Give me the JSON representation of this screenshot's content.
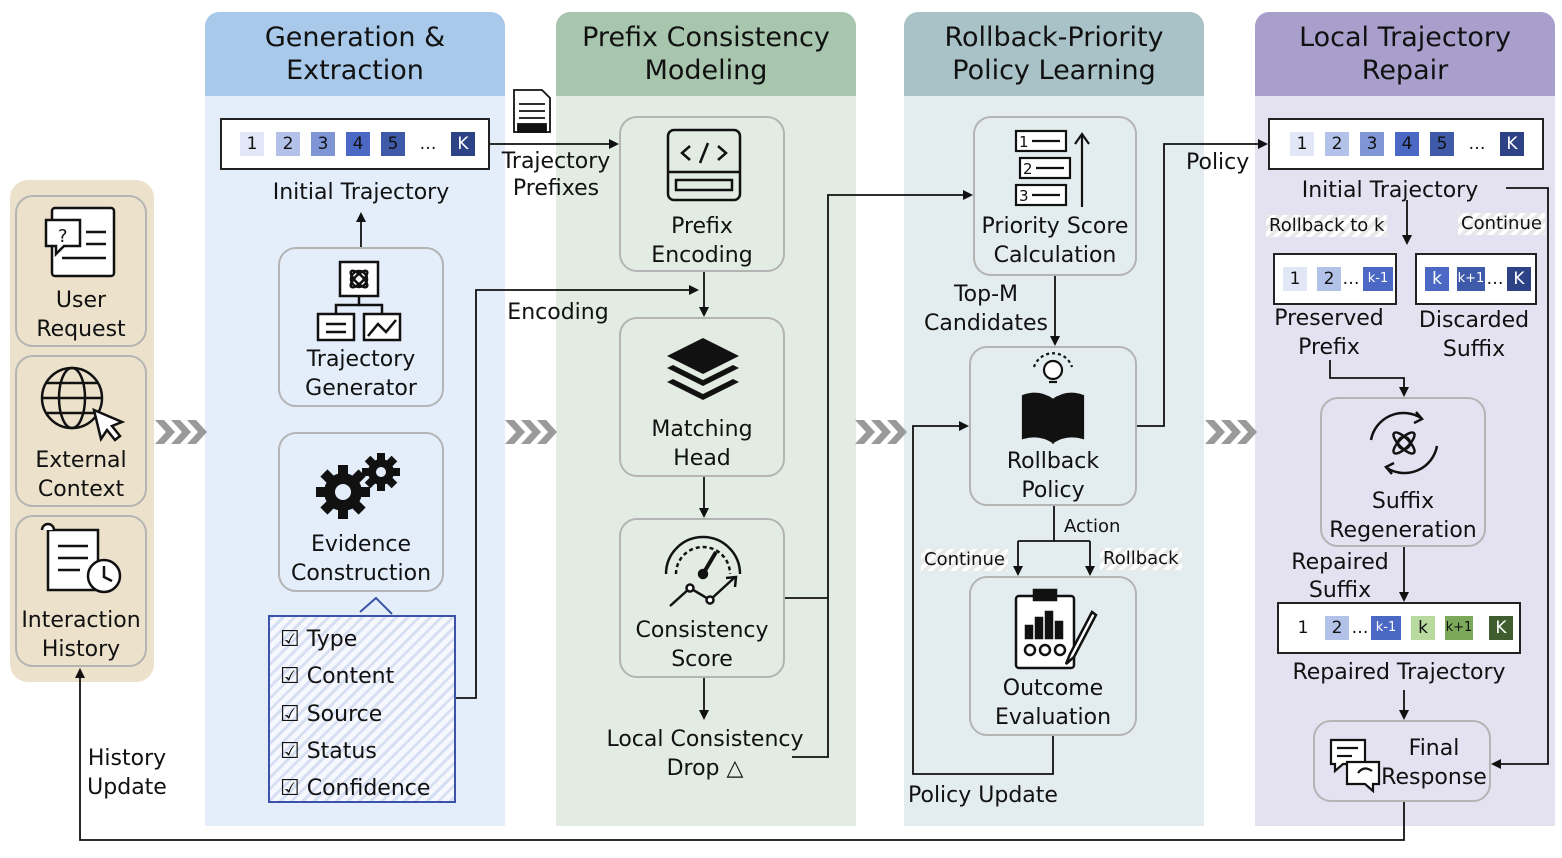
{
  "left_inputs": [
    "User\nRequest",
    "External\nContext",
    "Interaction\nHistory"
  ],
  "panels": {
    "gen": "Generation &\nExtraction",
    "prefix": "Prefix Consistency\nModeling",
    "rollback": "Rollback-Priority\nPolicy Learning",
    "repair": "Local Trajectory\nRepair"
  },
  "trajectory_tokens": [
    "1",
    "2",
    "3",
    "4",
    "5",
    "…",
    "K"
  ],
  "gen": {
    "initial_trajectory": "Initial Trajectory",
    "generator": "Trajectory\nGenerator",
    "evidence": "Evidence\nConstruction",
    "fields": [
      "Type",
      "Content",
      "Source",
      "Status",
      "Confidence"
    ]
  },
  "prefix": {
    "trajectory_prefixes": "Trajectory\nPrefixes",
    "encoding": "Encoding",
    "prefix_encoding": "Prefix\nEncoding",
    "matching_head": "Matching\nHead",
    "consistency_score": "Consistency\nScore",
    "drop": "Local Consistency\nDrop △"
  },
  "rollback": {
    "priority": "Priority Score\nCalculation",
    "top_m": "Top-M\nCandidates",
    "policy": "Rollback\nPolicy",
    "action": "Action",
    "continue": "Continue",
    "rollback": "Rollback",
    "outcome": "Outcome\nEvaluation",
    "policy_update": "Policy Update"
  },
  "repair": {
    "policy": "Policy",
    "initial_trajectory": "Initial Trajectory",
    "rollback_to_k": "Rollback to k",
    "continue": "Continue",
    "prefix_tokens": [
      "1",
      "2",
      "…",
      "k-1"
    ],
    "suffix_tokens": [
      "k",
      "k+1",
      "…",
      "K"
    ],
    "preserved_prefix": "Preserved\nPrefix",
    "discarded_suffix": "Discarded\nSuffix",
    "suffix_regeneration": "Suffix\nRegeneration",
    "repaired_suffix": "Repaired\nSuffix",
    "repaired_tokens": [
      "1",
      "2",
      "…",
      "k-1",
      "k",
      "k+1",
      "K"
    ],
    "repaired_trajectory": "Repaired Trajectory",
    "final_response": "Final\nResponse"
  },
  "history_update": "History\nUpdate",
  "colors": {
    "hdr_gen": "#a9c9ea",
    "hdr_prefix": "#a8c6ad",
    "hdr_rollback": "#a9c2c7",
    "hdr_repair": "#a99fcc",
    "body_gen": "#e4eefb",
    "body_prefix": "#e2ece3",
    "body_rollback": "#e3ecee",
    "body_repair": "#e4e1f1",
    "left_bg": "#ece1cb",
    "tok1": "#e1e7f6",
    "tok2": "#b3c2e9",
    "tok3": "#7f95d6",
    "tok4": "#4b69c4",
    "tok5": "#3f5aa9",
    "tokK": "#2e4286",
    "green1": "#b9da9f",
    "green2": "#7aa95a",
    "green3": "#3f5e2f"
  }
}
